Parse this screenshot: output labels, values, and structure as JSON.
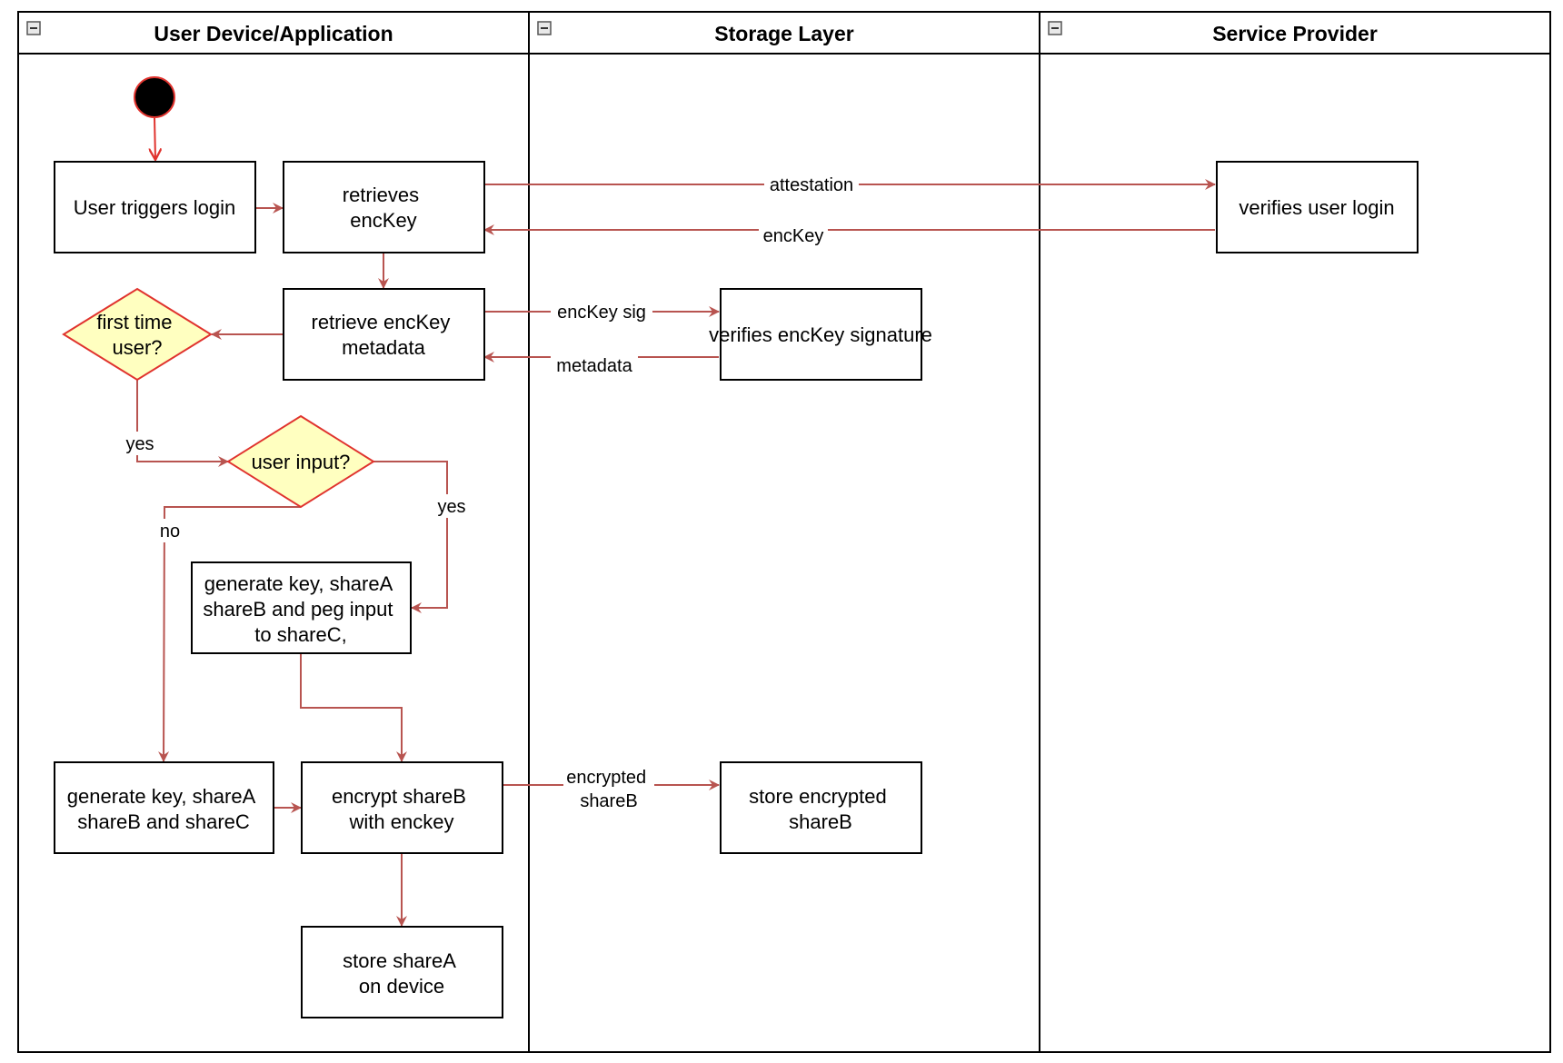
{
  "lanes": [
    {
      "title": "User Device/Application"
    },
    {
      "title": "Storage Layer"
    },
    {
      "title": "Service Provider"
    }
  ],
  "nodes": {
    "user_triggers_login": [
      "User triggers login"
    ],
    "retrieves_enckey": [
      "retrieves",
      "encKey"
    ],
    "verifies_user_login": [
      "verifies user login"
    ],
    "retrieve_metadata": [
      "retrieve encKey",
      "metadata"
    ],
    "verifies_signature": [
      "verifies encKey signature"
    ],
    "first_time_user": [
      "first time",
      "user?"
    ],
    "user_input": [
      "user input?"
    ],
    "generate_peg": [
      "generate key, shareA",
      "shareB and peg input",
      "to shareC,"
    ],
    "generate_shares": [
      "generate key, shareA",
      "shareB and shareC"
    ],
    "encrypt_shareb": [
      "encrypt shareB",
      "with enckey"
    ],
    "store_encrypted": [
      "store encrypted",
      "shareB"
    ],
    "store_sharea": [
      "store shareA",
      "on device"
    ]
  },
  "edge_labels": {
    "attestation": "attestation",
    "enckey": "encKey",
    "enckey_sig": "encKey sig",
    "metadata": "metadata",
    "yes_first": "yes",
    "yes_input": "yes",
    "no_input": "no",
    "encrypted_shareb": [
      "encrypted",
      "shareB"
    ]
  },
  "colors": {
    "edge": "#b85450",
    "start_edge": "#e0332e",
    "decision_fill": "#ffffc0",
    "decision_stroke": "#e0332e"
  },
  "icons": {
    "lane_toggle": "collapse-minus-icon",
    "start": "start-node-icon"
  }
}
